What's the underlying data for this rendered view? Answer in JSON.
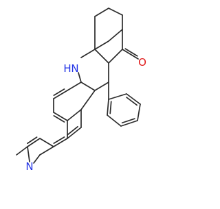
{
  "molecule": {
    "colors": {
      "bond": "#2b2b2b",
      "nitrogen": "#2233e6",
      "oxygen": "#e01b1b",
      "background": "#ffffff"
    },
    "atom_labels": {
      "nh": "N",
      "nh_h": "H",
      "n_pyridine": "N",
      "o_ketone": "O"
    }
  }
}
